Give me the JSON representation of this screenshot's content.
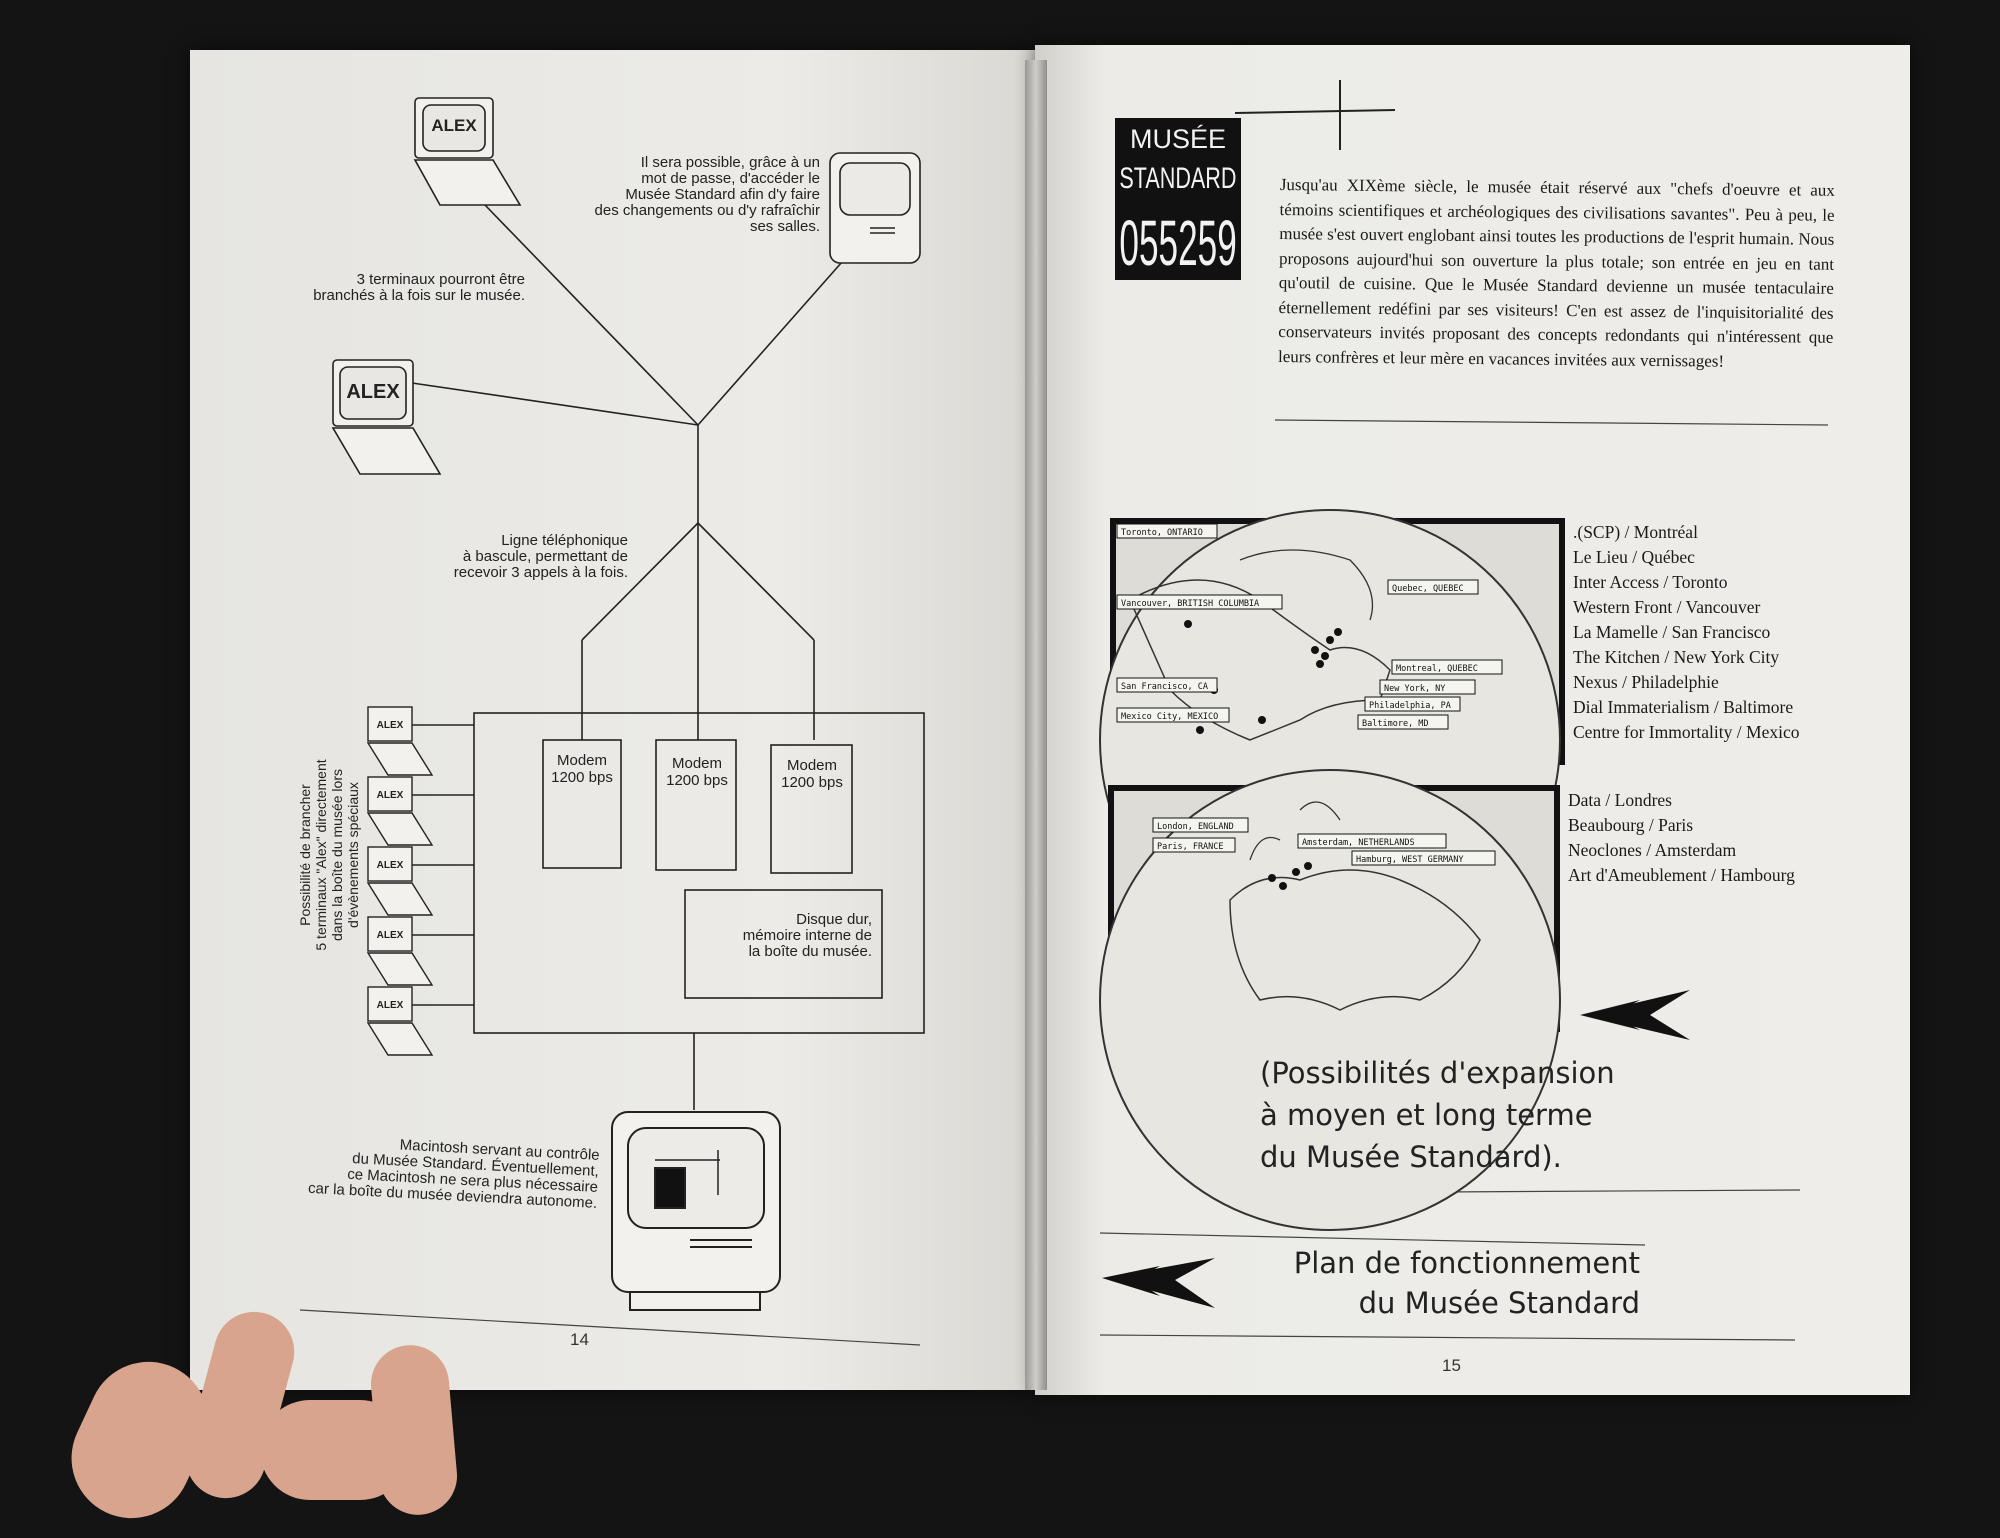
{
  "left_page": {
    "terminal_label": "ALEX",
    "top_terminal_label": "ALEX",
    "middle_terminal_label": "ALEX",
    "caption_password": [
      "Il sera possible, grâce à un",
      "mot de passe, d'accéder le",
      "Musée Standard afin d'y faire",
      "des changements ou d'y rafraîchir",
      "ses salles."
    ],
    "caption_terminals": [
      "3 terminaux pourront être",
      "branchés à la fois sur le musée."
    ],
    "caption_phone": [
      "Ligne téléphonique",
      "à bascule, permettant de",
      "recevoir 3 appels à la fois."
    ],
    "modems": [
      {
        "line1": "Modem",
        "line2": "1200 bps"
      },
      {
        "line1": "Modem",
        "line2": "1200 bps"
      },
      {
        "line1": "Modem",
        "line2": "1200 bps"
      }
    ],
    "disk_caption": [
      "Disque dur,",
      "mémoire interne de",
      "la boîte du musée."
    ],
    "side_terminal_label": "ALEX",
    "vertical_caption": [
      "Possibilité de brancher",
      "5 terminaux \"Alex\" directement",
      "dans la boîte du musée lors",
      "d'évènements spéciaux"
    ],
    "caption_mac": [
      "Macintosh servant au contrôle",
      "du Musée Standard. Éventuellement,",
      "ce Macintosh ne sera plus nécessaire",
      "car la boîte du musée deviendra autonome."
    ],
    "page_number": "14"
  },
  "right_page": {
    "logo": {
      "line1": "MUSÉE",
      "line2": "STANDARD",
      "line3": "055259"
    },
    "intro_text": "Jusqu'au XIXème siècle, le musée était réservé aux \"chefs d'oeuvre et aux témoins scientifiques et archéologiques des civilisations savantes\". Peu à peu, le musée s'est ouvert englobant ainsi toutes les productions de l'esprit humain. Nous proposons aujourd'hui son ouverture la plus totale; son entrée en jeu en tant qu'outil de cuisine. Que le Musée Standard devienne un musée tentaculaire éternellement redéfini par ses visiteurs! C'en est assez de l'inquisitorialité des conservateurs invités proposant des concepts redondants qui n'intéressent que leurs confrères et leur mère en vacances invitées aux vernissages!",
    "map_americas_labels": [
      "Toronto, ONTARIO",
      "Vancouver, BRITISH COLUMBIA",
      "Quebec, QUEBEC",
      "Montreal, QUEBEC",
      "New York, NY",
      "Philadelphia, PA",
      "Baltimore, MD",
      "San Francisco, CA",
      "Mexico City, MEXICO"
    ],
    "map_europe_labels": [
      "London, ENGLAND",
      "Paris, FRANCE",
      "Amsterdam, NETHERLANDS",
      "Hamburg, WEST GERMANY"
    ],
    "venues_americas": [
      ".(SCP) / Montréal",
      "Le Lieu / Québec",
      "Inter Access / Toronto",
      "Western Front / Vancouver",
      "La Mamelle / San Francisco",
      "The Kitchen / New York City",
      "Nexus / Philadelphie",
      "Dial Immaterialism / Baltimore",
      "Centre for Immortality / Mexico"
    ],
    "venues_europe": [
      "Data / Londres",
      "Beaubourg / Paris",
      "Neoclones / Amsterdam",
      "Art d'Ameublement / Hambourg"
    ],
    "expansion_caption": [
      "(Possibilités d'expansion",
      "à moyen et long terme",
      "du Musée Standard)."
    ],
    "plan_caption": [
      "Plan de fonctionnement",
      "du Musée Standard"
    ],
    "page_number": "15"
  }
}
